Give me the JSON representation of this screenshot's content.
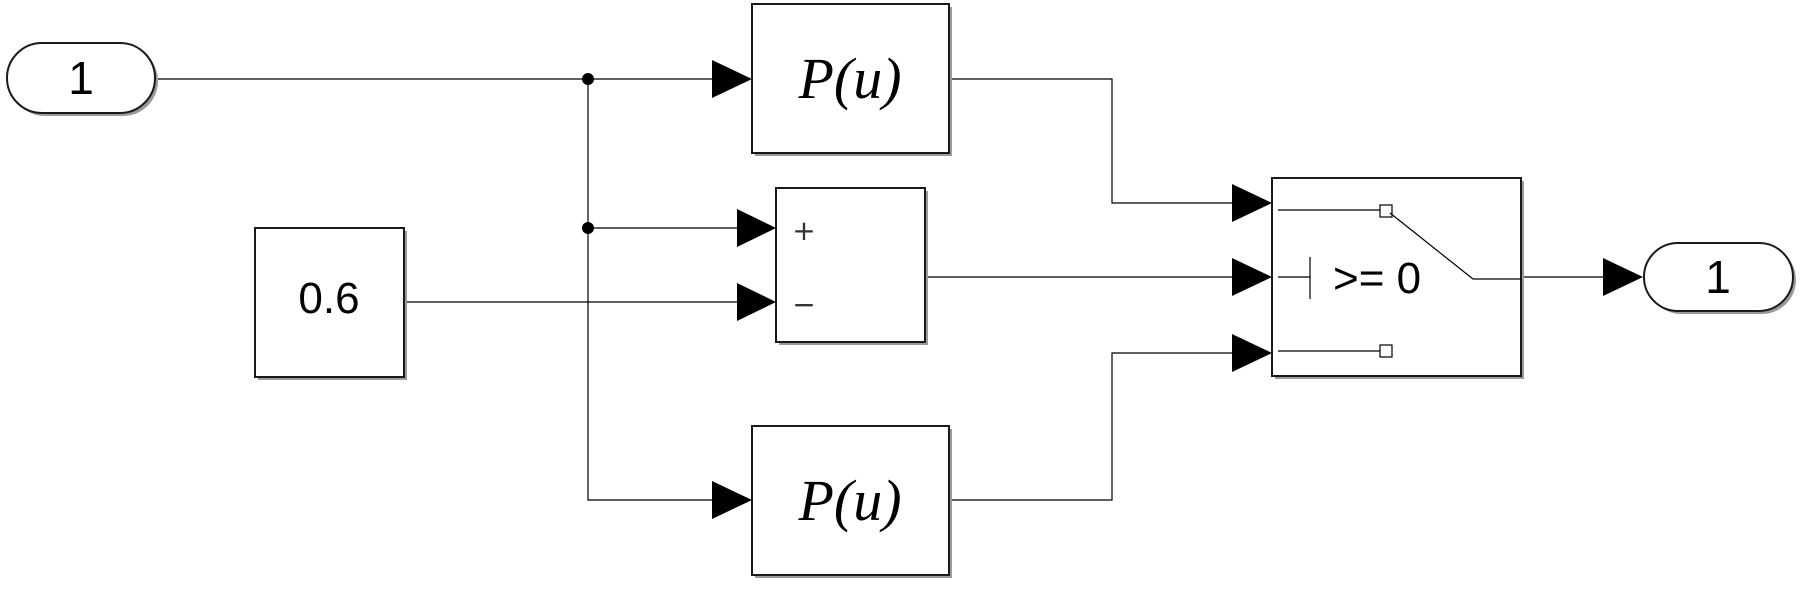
{
  "diagram": {
    "inport": {
      "label": "1"
    },
    "constant": {
      "label": "0.6"
    },
    "poly_top": {
      "label": "P(u)"
    },
    "poly_bottom": {
      "label": "P(u)"
    },
    "sum": {
      "plus_sign": "+",
      "minus_sign": "−"
    },
    "switch": {
      "criteria_label": ">= 0"
    },
    "outport": {
      "label": "1"
    }
  }
}
